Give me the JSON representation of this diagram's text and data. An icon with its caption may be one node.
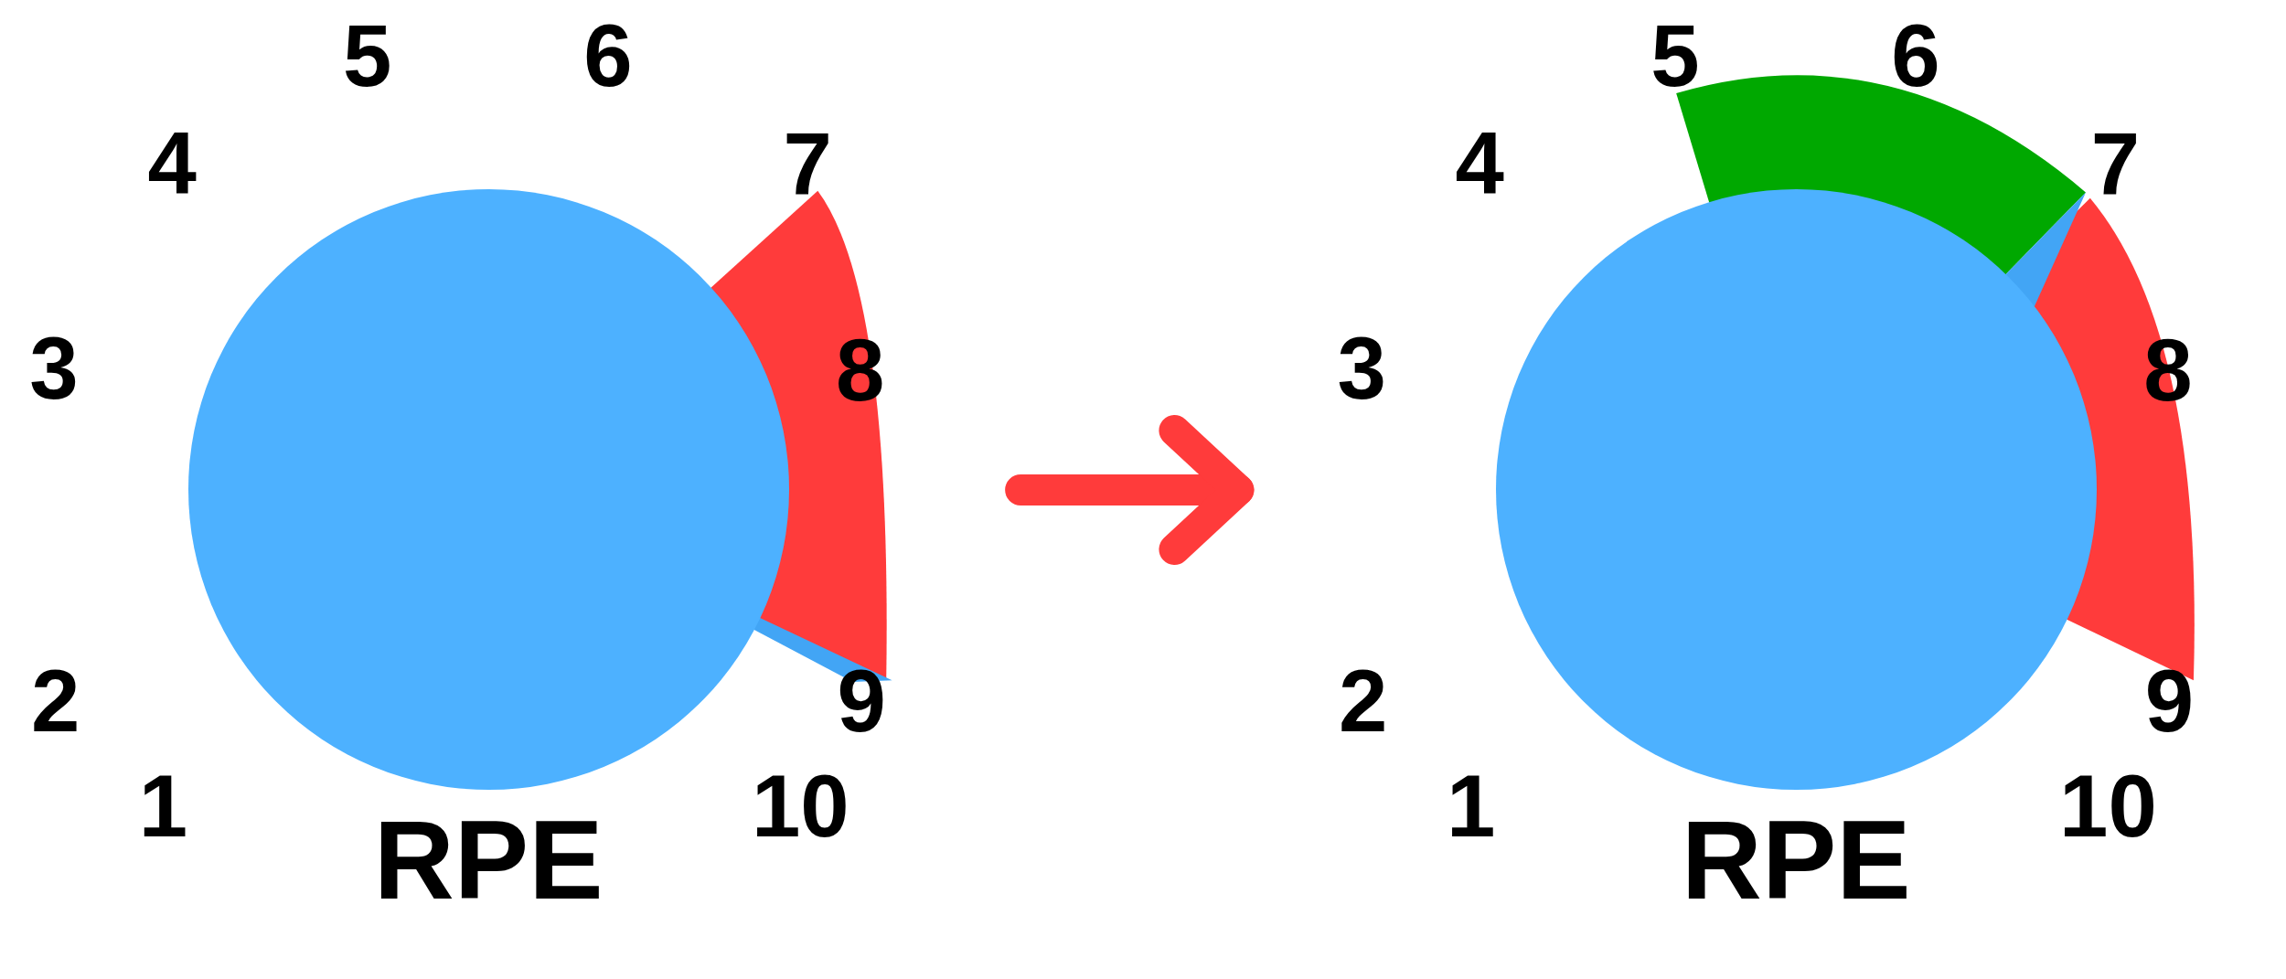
{
  "diagram": {
    "nodes": [
      {
        "text": [
          "RPE"
        ],
        "beside": [
          "1",
          "2",
          "3",
          "4",
          "5",
          "6",
          "7",
          "8",
          "9",
          "10"
        ]
      },
      {
        "text": [
          "RPE"
        ],
        "beside": [
          "1",
          "2",
          "3",
          "4",
          "5",
          "6",
          "7",
          "8",
          "9",
          "10"
        ]
      }
    ],
    "edges": [
      {
        "from": 0,
        "to": 1,
        "arrow": "to",
        "color": "#ff3b3b"
      }
    ]
  }
}
